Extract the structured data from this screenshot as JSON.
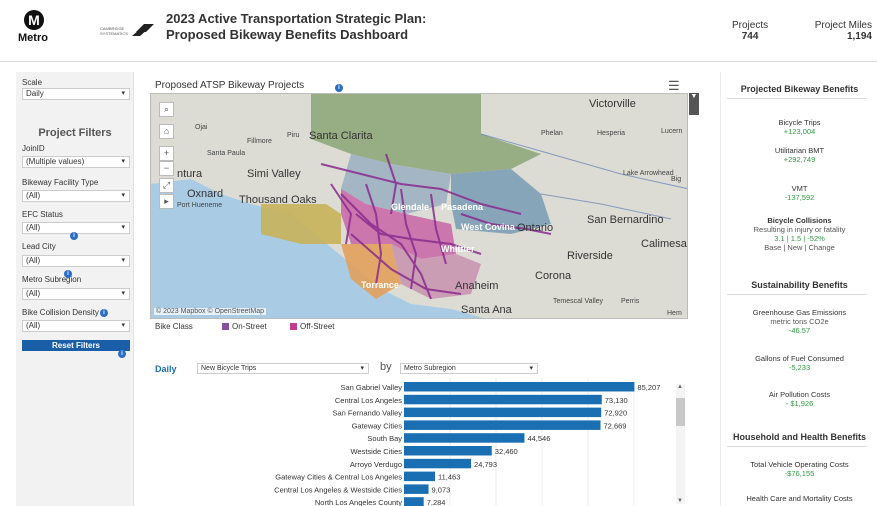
{
  "header": {
    "logo_text": "Metro",
    "logo_letter": "M",
    "partner_logo_text": "CAMBRIDGE SYSTEMATICS",
    "title_line1": "2023 Active Transportation Strategic Plan:",
    "title_line2": "Proposed Bikeway Benefits Dashboard",
    "projects_label": "Projects",
    "projects_value": "744",
    "miles_label": "Project Miles",
    "miles_value": "1,194"
  },
  "filters": {
    "scale_label": "Scale",
    "scale_value": "Daily",
    "title": "Project Filters",
    "items": [
      {
        "label": "JoinID",
        "value": "(Multiple values)"
      },
      {
        "label": "Bikeway Facility Type",
        "value": "(All)"
      },
      {
        "label": "EFC Status",
        "value": "(All)"
      },
      {
        "label": "Lead City",
        "value": "(All)"
      },
      {
        "label": "Metro Subregion",
        "value": "(All)"
      },
      {
        "label": "Bike Collision Density",
        "value": "(All)"
      }
    ],
    "reset_label": "Reset Filters",
    "info_glyph": "i"
  },
  "map": {
    "title": "Proposed ATSP Bikeway Projects",
    "info_glyph": "i",
    "menu_glyph": "☰",
    "attribution": "© 2023 Mapbox © OpenStreetMap",
    "controls": [
      "⌕",
      "⌂",
      "+",
      "−",
      "⤢",
      "▸"
    ],
    "places": [
      {
        "name": "Victorville",
        "cls": "big"
      },
      {
        "name": "Ojai",
        "cls": "small"
      },
      {
        "name": "Fillmore",
        "cls": "small"
      },
      {
        "name": "Piru",
        "cls": "small"
      },
      {
        "name": "Santa Clarita",
        "cls": "big"
      },
      {
        "name": "Phelan",
        "cls": "small"
      },
      {
        "name": "Hesperia",
        "cls": "small"
      },
      {
        "name": "Lucern",
        "cls": "small"
      },
      {
        "name": "Santa Paula",
        "cls": "small"
      },
      {
        "name": "ntura",
        "cls": "big"
      },
      {
        "name": "Simi Valley",
        "cls": "big"
      },
      {
        "name": "Lake Arrowhead",
        "cls": "small"
      },
      {
        "name": "Big",
        "cls": "small"
      },
      {
        "name": "Oxnard",
        "cls": "big"
      },
      {
        "name": "Thousand Oaks",
        "cls": "big"
      },
      {
        "name": "Port Hueneme",
        "cls": "small"
      },
      {
        "name": "San Bernardino",
        "cls": "big"
      },
      {
        "name": "Ontario",
        "cls": "big"
      },
      {
        "name": "Calimesa",
        "cls": "big"
      },
      {
        "name": "Riverside",
        "cls": "big"
      },
      {
        "name": "Corona",
        "cls": "big"
      },
      {
        "name": "Anaheim",
        "cls": "big"
      },
      {
        "name": "Santa Ana",
        "cls": "big"
      },
      {
        "name": "Temescal Valley",
        "cls": "small"
      },
      {
        "name": "Perris",
        "cls": "small"
      },
      {
        "name": "Hem",
        "cls": "small"
      },
      {
        "name": "Glendale",
        "cls": "white"
      },
      {
        "name": "Pasadena",
        "cls": "white"
      },
      {
        "name": "West Covina",
        "cls": "white"
      },
      {
        "name": "Whittier",
        "cls": "white"
      },
      {
        "name": "Torrance",
        "cls": "white"
      }
    ],
    "colors": {
      "water": "#aacbe4",
      "land": "#dcdcd4",
      "north_county": "#8fa77a",
      "san_fernando": "#9db0c2",
      "westside": "#c7b35a",
      "central": "#c96aa8",
      "gateway": "#c896b0",
      "san_gabriel": "#7d9fb6",
      "south_bay": "#e2a05c",
      "lines": "#8a2a8e"
    }
  },
  "legend": {
    "title": "Bike Class",
    "items": [
      {
        "label": "On-Street",
        "color": "#8a4ea0"
      },
      {
        "label": "Off-Street",
        "color": "#c13e8f"
      }
    ]
  },
  "chart_controls": {
    "scale_label": "Daily",
    "metric_value": "New Bicycle Trips",
    "by_label": "by",
    "group_value": "Metro Subregion"
  },
  "chart_data": {
    "type": "bar",
    "orientation": "horizontal",
    "categories": [
      "San Gabriel Valley",
      "Central Los Angeles",
      "San Fernando Valley",
      "Gateway Cities",
      "South Bay",
      "Westside Cities",
      "Arroyo Verdugo",
      "Gateway Cities & Central Los Angeles",
      "Central Los Angeles & Westside Cities",
      "North Los Angeles County"
    ],
    "values": [
      85207,
      73130,
      72920,
      72669,
      44546,
      32460,
      24793,
      11463,
      9073,
      7284
    ],
    "labels": [
      "85,207",
      "73,130",
      "72,920",
      "72,669",
      "44,546",
      "32,460",
      "24,793",
      "11,463",
      "9,073",
      "7,284"
    ],
    "xlim": [
      0,
      90000
    ],
    "bar_color": "#1a6fb3"
  },
  "right_panel": {
    "sections": [
      {
        "title": "Projected Bikeway Benefits",
        "metrics": [
          {
            "label": "Bicycle Trips",
            "value": "+123,004"
          },
          {
            "label": "Utilitarian BMT",
            "value": "+292,749"
          },
          {
            "label": "VMT",
            "value": "-137,592"
          },
          {
            "label": "Bicycle Collisions",
            "sub": "Resulting in injury or fatality",
            "value": "3.1 | 1.5 | -52%",
            "sub2": "Base | New | Change"
          }
        ]
      },
      {
        "title": "Sustainability Benefits",
        "metrics": [
          {
            "label": "Greenhouse Gas Emissions",
            "sub": "metric tons CO2e",
            "value": "-46.57"
          },
          {
            "label": "Gallons of Fuel Consumed",
            "value": "-5,233"
          },
          {
            "label": "Air Pollution Costs",
            "value": "- $1,926"
          }
        ]
      },
      {
        "title": "Household and Health Benefits",
        "metrics": [
          {
            "label": "Total Vehicle Operating Costs",
            "value": "-$76,155"
          },
          {
            "label": "Health Care and Mortality Costs",
            "value": ""
          }
        ]
      }
    ]
  }
}
